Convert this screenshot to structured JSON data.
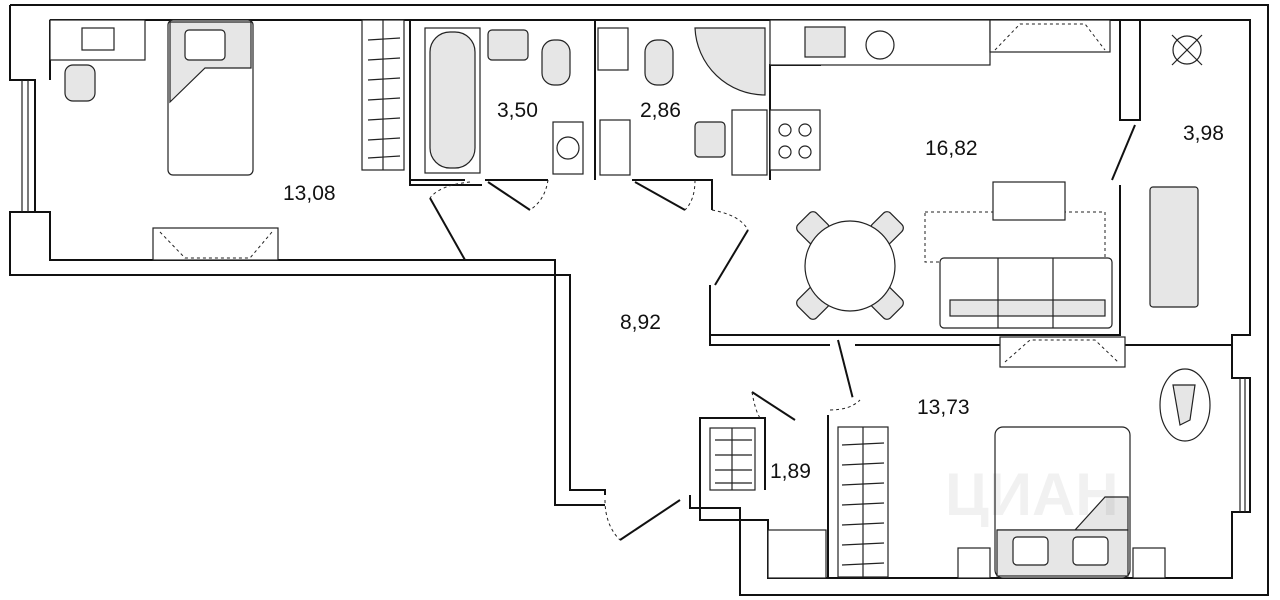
{
  "plan": {
    "rooms": [
      {
        "name": "bedroom-1",
        "area": "13,08"
      },
      {
        "name": "bathroom",
        "area": "3,50"
      },
      {
        "name": "toilet",
        "area": "2,86"
      },
      {
        "name": "kitchen-living",
        "area": "16,82"
      },
      {
        "name": "loggia",
        "area": "3,98"
      },
      {
        "name": "hallway",
        "area": "8,92"
      },
      {
        "name": "bedroom-2",
        "area": "13,73"
      },
      {
        "name": "wardrobe",
        "area": "1,89"
      }
    ],
    "watermark": "ЦИАН"
  }
}
